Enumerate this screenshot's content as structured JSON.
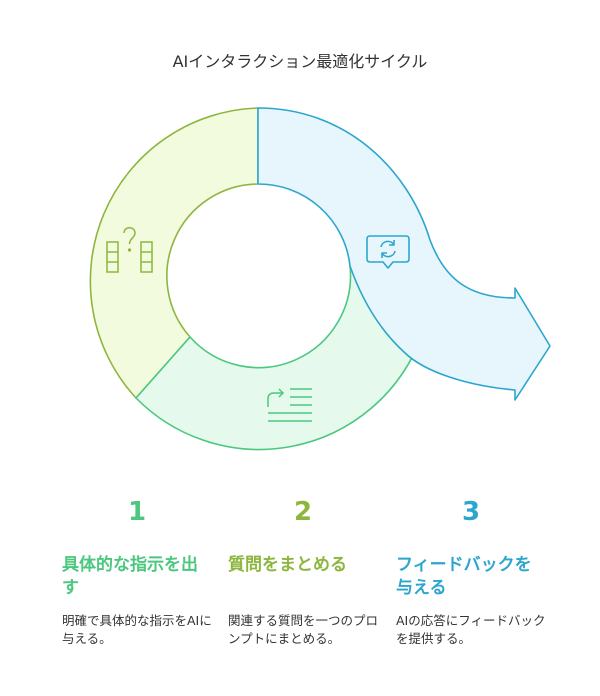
{
  "title": "AIインタラクション最適化サイクル",
  "colors": {
    "green": "#4CC77F",
    "lime": "#8DB63F",
    "blue": "#2DA6CF",
    "lime_fill": "#F2FBDD",
    "green_fill": "#E5F9EC",
    "blue_fill": "#E7F6FC"
  },
  "icons": [
    "question-list-icon",
    "align-text-icon",
    "refresh-chat-icon"
  ],
  "steps": [
    {
      "number": "1",
      "heading": "具体的な指示を出す",
      "description": "明確で具体的な指示をAIに与える。"
    },
    {
      "number": "2",
      "heading": "質問をまとめる",
      "description": "関連する質問を一つのプロンプトにまとめる。"
    },
    {
      "number": "3",
      "heading": "フィードバックを与える",
      "description": "AIの応答にフィードバックを提供する。"
    }
  ]
}
